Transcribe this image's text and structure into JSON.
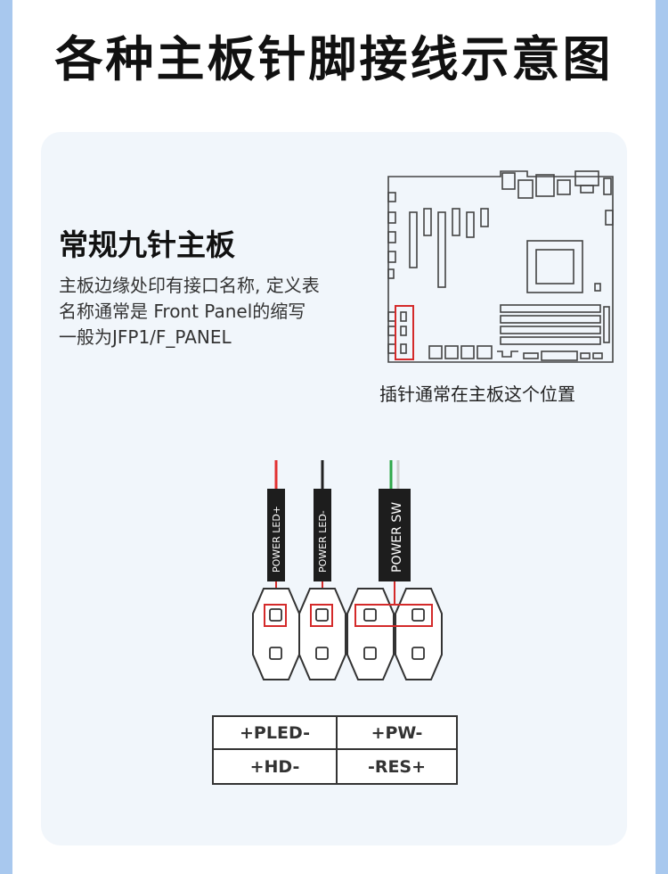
{
  "title": "各种主板针脚接线示意图",
  "section_title": "常规九针主板",
  "description_lines": [
    "主板边缘处印有接口名称, 定义表",
    "名称通常是 Front Panel的缩写",
    "一般为JFP1/F_PANEL"
  ],
  "board_caption": "插针通常在主板这个位置",
  "connectors": [
    {
      "label": "POWER LED+",
      "wires": [
        "#e23030"
      ]
    },
    {
      "label": "POWER LED-",
      "wires": [
        "#222222"
      ]
    },
    {
      "label": "POWER SW",
      "wires": [
        "#2fa84a",
        "#d9d9d9"
      ]
    }
  ],
  "pin_table": [
    [
      "+PLED-",
      "+PW-"
    ],
    [
      "+HD-",
      "-RES+"
    ]
  ],
  "colors": {
    "highlight": "#d42a2a",
    "card_bg": "#f1f6fb",
    "side_bg": "#a8c8ee"
  }
}
